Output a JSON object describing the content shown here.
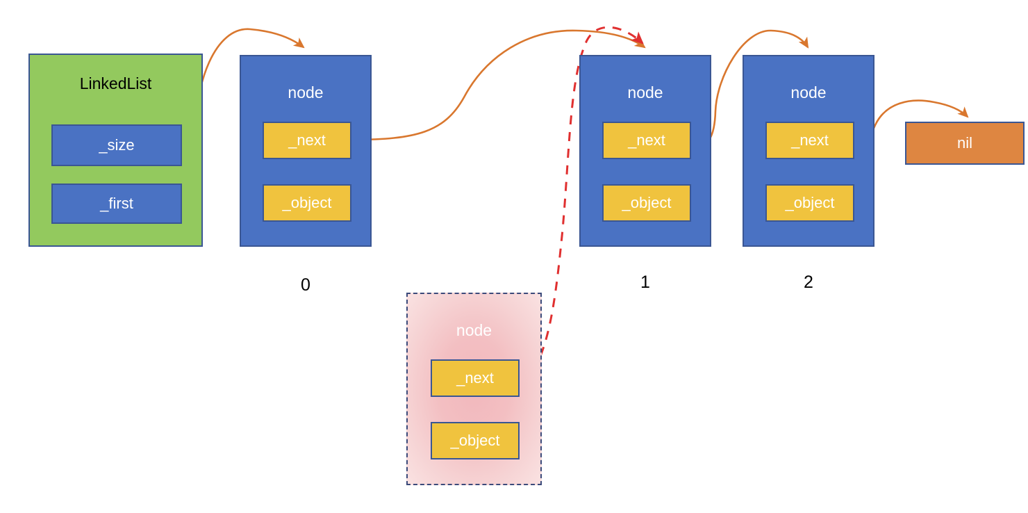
{
  "diagram": {
    "title": "LinkedList node insertion diagram",
    "colors": {
      "list_fill": "#93c95e",
      "node_fill": "#4a72c3",
      "field_fill": "#f0c33e",
      "nil_fill": "#de8641",
      "border": "#3a5693",
      "solid_arrow": "#d9772e",
      "dashed_arrow": "#e03030",
      "highlight_border": "#3b4a7a",
      "highlight_fill": "#f2b8bd"
    }
  },
  "linked_list": {
    "title": "LinkedList",
    "fields": [
      {
        "label": "_size"
      },
      {
        "label": "_first"
      }
    ]
  },
  "nodes": [
    {
      "title": "node",
      "index_label": "0",
      "fields": [
        {
          "label": "_next"
        },
        {
          "label": "_object"
        }
      ]
    },
    {
      "title": "node",
      "index_label": "1",
      "fields": [
        {
          "label": "_next"
        },
        {
          "label": "_object"
        }
      ]
    },
    {
      "title": "node",
      "index_label": "2",
      "fields": [
        {
          "label": "_next"
        },
        {
          "label": "_object"
        }
      ]
    }
  ],
  "new_node": {
    "title": "node",
    "fields": [
      {
        "label": "_next"
      },
      {
        "label": "_object"
      }
    ]
  },
  "terminator": {
    "label": "nil"
  }
}
